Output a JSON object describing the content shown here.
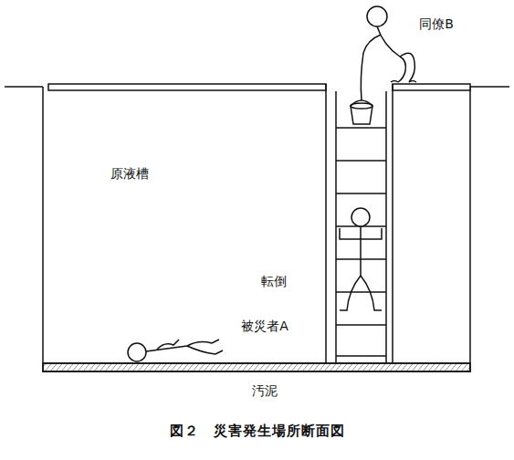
{
  "diagram": {
    "caption": "図２　災害発生場所断面図",
    "labels": [
      "同僚B",
      "原液槽",
      "転倒",
      "被災者A",
      "汚泥"
    ]
  }
}
